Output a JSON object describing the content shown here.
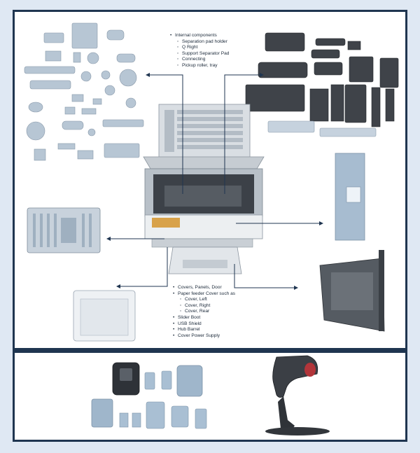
{
  "internal_components": {
    "heading": "Internal components",
    "items": [
      "Separation pad holder",
      "Q Right",
      "Support Separator Pad",
      "Connecting",
      "Pickup roller, tray"
    ]
  },
  "covers": {
    "items": [
      {
        "text": "Covers, Panels, Door",
        "level": 0
      },
      {
        "text": "Paper feeder Cover such as",
        "level": 0
      },
      {
        "text": "Cover, Left",
        "level": 1
      },
      {
        "text": "Cover, Right",
        "level": 1
      },
      {
        "text": "Cover, Rear",
        "level": 1
      },
      {
        "text": "Slider Boot",
        "level": 0
      },
      {
        "text": "USB Shield",
        "level": 0
      },
      {
        "text": "Hub Barrel",
        "level": 0
      },
      {
        "text": "Cover Power Supply",
        "level": 0
      }
    ]
  },
  "colors": {
    "frame": "#1f3550",
    "arrow": "#1f3550",
    "part_light": "#aebfcf",
    "part_dark": "#3a3f45"
  }
}
